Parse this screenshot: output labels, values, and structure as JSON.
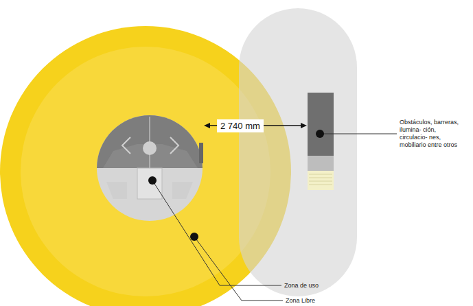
{
  "diagram": {
    "labels": [
      "2 740 mm",
      "Obstáculos, barreras, ilumina- ción, circulacio- nes, mobiliario entre otros",
      "Zona de uso",
      "Zona Libre"
    ]
  }
}
